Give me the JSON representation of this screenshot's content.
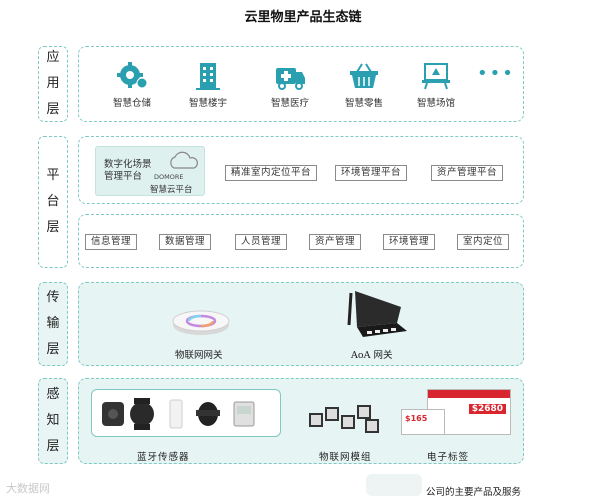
{
  "title": "云里物里产品生态链",
  "layers": {
    "application": {
      "label": [
        "应",
        "用",
        "层"
      ]
    },
    "platform": {
      "label": [
        "平",
        "台",
        "层"
      ]
    },
    "transport": {
      "label": [
        "传",
        "输",
        "层"
      ]
    },
    "perception": {
      "label": [
        "感",
        "知",
        "层"
      ]
    }
  },
  "application": {
    "items": [
      {
        "label": "智慧仓储",
        "icon": "warehouse-gear-icon"
      },
      {
        "label": "智慧楼宇",
        "icon": "building-icon"
      },
      {
        "label": "智慧医疗",
        "icon": "ambulance-icon"
      },
      {
        "label": "智慧零售",
        "icon": "shopping-basket-icon"
      },
      {
        "label": "智慧场馆",
        "icon": "stadium-icon"
      }
    ],
    "more": "•••"
  },
  "platform": {
    "card": {
      "line1": "数字化场景管理平台",
      "brand": "DOMORE",
      "sub": "智慧云平台"
    },
    "top_items": [
      "精准室内定位平台",
      "环境管理平台",
      "资产管理平台"
    ],
    "bottom_items": [
      "信息管理",
      "数据管理",
      "人员管理",
      "资产管理",
      "环境管理",
      "室内定位"
    ]
  },
  "transport": {
    "items": [
      {
        "label": "物联网网关",
        "icon": "iot-gateway-icon"
      },
      {
        "label": "AoA 网关",
        "icon": "aoa-gateway-icon"
      }
    ]
  },
  "perception": {
    "items": [
      "蓝牙传感器",
      "物联网模组",
      "电子标签"
    ],
    "price_tags": [
      "$2680",
      "$165"
    ]
  },
  "footer": {
    "note": "公司的主要产品及服务",
    "watermark": "大数据网"
  },
  "colors": {
    "accent": "#2a9fb0",
    "dashed_border": "#7fc9c3",
    "panel_tint": "#e6f4f3",
    "tag_red": "#d9262e"
  }
}
